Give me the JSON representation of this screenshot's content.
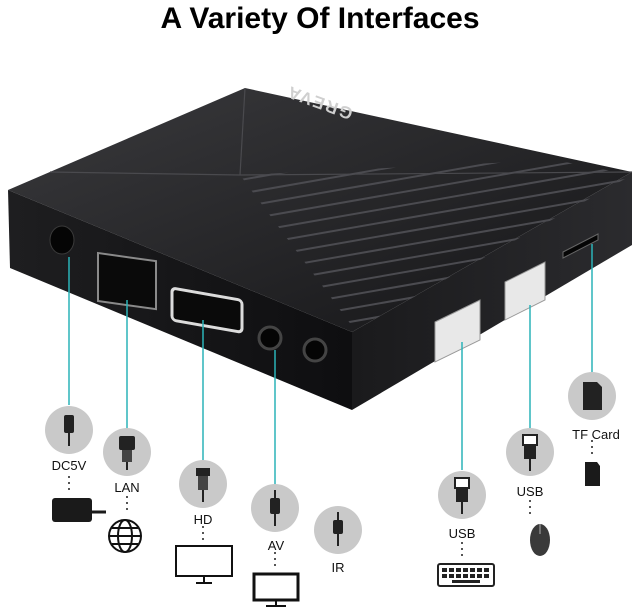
{
  "header": {
    "title": "A Variety Of Interfaces"
  },
  "device": {
    "brand": "GREVA"
  },
  "ports": [
    {
      "label": "DC5V",
      "icon": "dc-plug-icon",
      "device_icon": "power-adapter-icon"
    },
    {
      "label": "LAN",
      "icon": "ethernet-plug-icon",
      "device_icon": "globe-icon"
    },
    {
      "label": "HD",
      "icon": "hdmi-plug-icon",
      "device_icon": "monitor-icon"
    },
    {
      "label": "AV",
      "icon": "av-plug-icon",
      "device_icon": "tv-icon"
    },
    {
      "label": "IR",
      "icon": "ir-receiver-icon"
    },
    {
      "label": "USB",
      "icon": "usb-plug-icon",
      "device_icon": "keyboard-icon"
    },
    {
      "label": "USB",
      "icon": "usb-plug-icon",
      "device_icon": "mouse-icon"
    },
    {
      "label": "TF Card",
      "icon": "sd-card-icon",
      "device_icon": "micro-sd-icon"
    }
  ],
  "colors": {
    "connector_line": "#2bb3b8",
    "circle_fill": "#c9c9c9",
    "box_dark": "#1b1b1d"
  }
}
